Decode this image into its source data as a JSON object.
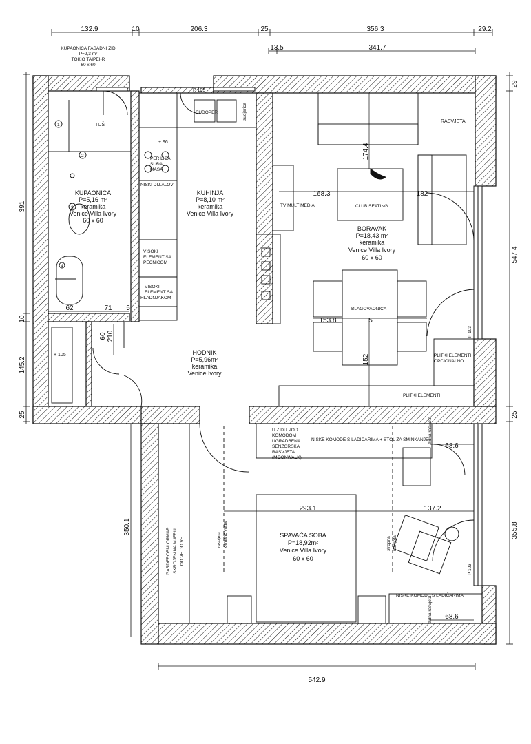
{
  "top_dims": [
    "132.9",
    "10",
    "206.3",
    "25",
    "356.3",
    "29.2"
  ],
  "second_dims": [
    "13.5",
    "341.7"
  ],
  "bottom_dim": "542.9",
  "left_dims": [
    "391",
    "10",
    "145.2",
    "25",
    "350.1"
  ],
  "right_dims": [
    "29",
    "547.4",
    "25",
    "355.8"
  ],
  "header_note": [
    "KUPAONICA FASADNI ZID",
    "P=2,3 m²",
    "TOKIO TAIPEI-R",
    "60 x 60"
  ],
  "rooms": {
    "kupaonica": [
      "KUPAONICA",
      "P=5,16 m²",
      "keramika",
      "Venice Villa Ivory",
      "60 x 60"
    ],
    "kuhinja": [
      "KUHINJA",
      "P=8,10 m²",
      "keramika",
      "Venice Villa Ivory"
    ],
    "boravak": [
      "BORAVAK",
      "P=18,43 m²",
      "keramika",
      "Venice Villa Ivory",
      "60 x 60"
    ],
    "hodnik": [
      "HODNIK",
      "P=5,96m²",
      "keramika",
      "Venice Ivory"
    ],
    "spavaca": [
      "SPAVAĆA SOBA",
      "P=18,92m²",
      "Venice Villa Ivory",
      "60 x 60"
    ]
  },
  "labels": {
    "tus": "TUŠ",
    "sudoper": "SUDOPER",
    "sudjerica": "sudjerica",
    "p105": "P 105",
    "p96": "+ 96",
    "perilica": [
      "PERILICA",
      "SUĐA",
      "MAŠA"
    ],
    "niski_djelovi": "NISKI DIJ.ALOVI",
    "visoki_pecnica": [
      "VISOKI",
      "ELEMENT SA",
      "PEĆNICOM"
    ],
    "visoki_hladnjak": [
      "VISOKI",
      "ELEMENT SA",
      "HLADNJAKOM"
    ],
    "rasvjeta": "RASVJETA",
    "tv": "TV MULTIMEDIA",
    "club": "CLUB SEATING",
    "blagovaonica": "BLAGOVAONICA",
    "p103a": "P 103",
    "p103b": "P 103",
    "plitki_opc": [
      "PLITKI ELEMENTI",
      "OPCIONALNO"
    ],
    "plitki": "PLITKI ELEMENTI",
    "plus105": "+ 105",
    "zidu": [
      "U ZIDU POD",
      "KOMODOM",
      "UGRADBENA",
      "SENZORSKA",
      "RASVJETA",
      "(MOONWALK)"
    ],
    "niske_komode_top": "NISKE KOMODE S LADIČARIMA + STOL ZA ŠMINKANJE",
    "niske_komode_bot": "NISKE KOMODE S LADIČARIMA",
    "garderobni": [
      "GARDEROBNI ORMAR",
      "SKROJEN NA MJERU",
      "OD VE DO VE"
    ],
    "rasvjeta_vrata": [
      "rasvjeta",
      "ormarić vrata"
    ],
    "stropna_rasvjeta": [
      "stropna",
      "rasvjeta"
    ],
    "zidna_rasvjeta": "zidna rasvjeta",
    "zidna_rasvjeta2": "zidna rasvjeta"
  },
  "inner_dims": {
    "d174": "174.4",
    "d168": "168.3",
    "d182": "182",
    "d153": "153.8",
    "d5": "5",
    "d152": "152",
    "d62": "62",
    "d71": "71",
    "d5b": "5",
    "d60": "60",
    "d210": "210",
    "d293": "293.1",
    "d137": "137.2",
    "d686a": "68.6",
    "d686b": "68.6",
    "d1": "1",
    "d2": "2",
    "d3": "3",
    "d4": "4"
  }
}
